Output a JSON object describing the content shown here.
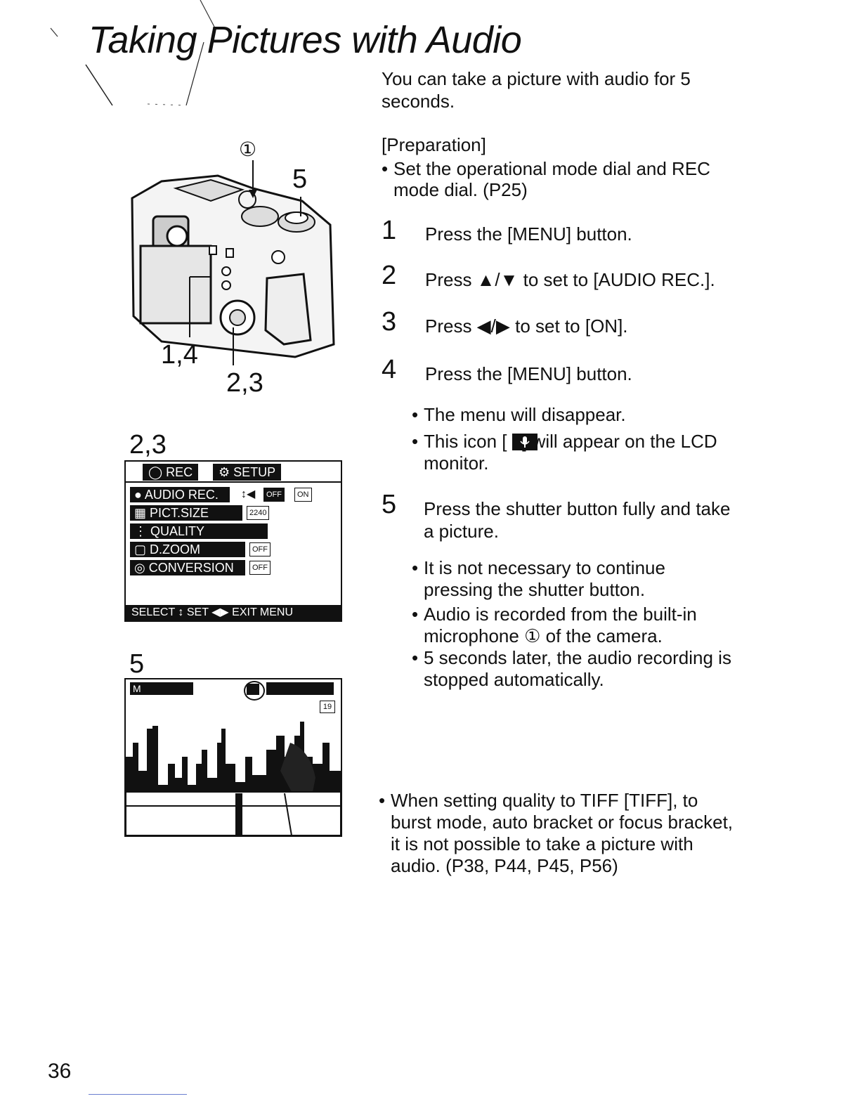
{
  "page": {
    "title": "Taking Pictures with Audio",
    "page_number": "36"
  },
  "intro": "You can take a picture with audio for 5 seconds.",
  "preparation": {
    "heading": "[Preparation]",
    "bullet": "Set the operational mode dial and REC mode dial. (P25)"
  },
  "steps": [
    {
      "num": "1",
      "text": "Press the [MENU] button."
    },
    {
      "num": "2",
      "text": "Press ▲/▼ to set to [AUDIO REC.]."
    },
    {
      "num": "3",
      "text": "Press ◀/▶ to set to [ON]."
    },
    {
      "num": "4",
      "text": "Press the [MENU] button."
    }
  ],
  "step4_bullets": [
    "The menu will disappear.",
    "This icon [   ] will appear on the LCD monitor."
  ],
  "step5": {
    "num": "5",
    "text": "Press the shutter button fully and take a picture."
  },
  "step5_bullets": [
    "It is not necessary to continue pressing the shutter button.",
    "Audio is recorded from the built-in microphone ① of the camera.",
    "5 seconds later, the audio recording is stopped automatically."
  ],
  "note": "When setting quality to TIFF [TIFF], to burst mode, auto bracket or focus bracket, it is not possible to take a picture with audio. (P38, P44, P45, P56)",
  "figure1": {
    "callout_1": "①",
    "callout_5": "5",
    "callout_14": "1,4",
    "callout_23": "2,3"
  },
  "figure2": {
    "label": "2,3",
    "tab_rec": "REC",
    "tab_setup": "SETUP",
    "rows": [
      "AUDIO REC.",
      "PICT.SIZE",
      "QUALITY",
      "D.ZOOM",
      "CONVERSION"
    ],
    "audio_off": "OFF",
    "audio_on": "ON",
    "pictsize_value": "2240",
    "dzoom_value": "OFF",
    "conversion_value": "OFF",
    "footer": "SELECT ↕ SET ◀▶ EXIT MENU"
  },
  "figure3": {
    "label": "5",
    "frame_count": "19",
    "mode": "M"
  },
  "colors": {
    "ink": "#111111",
    "paper": "#ffffff"
  }
}
